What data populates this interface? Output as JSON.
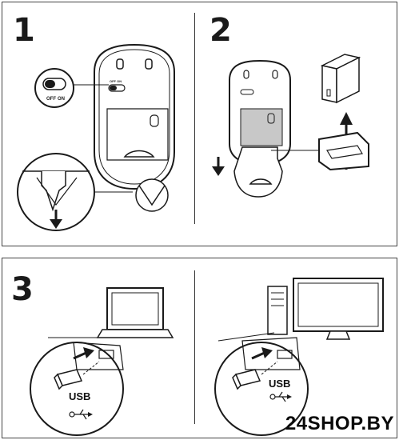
{
  "steps": [
    {
      "number": "1",
      "switch_off": "OFF",
      "switch_on": "ON",
      "mouse_switch_labels": "OFF ON"
    },
    {
      "number": "2"
    },
    {
      "number": "3",
      "usb_label": "USB"
    },
    {
      "number": "",
      "usb_label": "USB"
    }
  ],
  "watermark": "24SHOP.BY",
  "colors": {
    "line": "#1a1a1a",
    "panel_border": "#444444",
    "compartment_fill": "#c8c8c8",
    "watermark": "#0a0a0a"
  }
}
